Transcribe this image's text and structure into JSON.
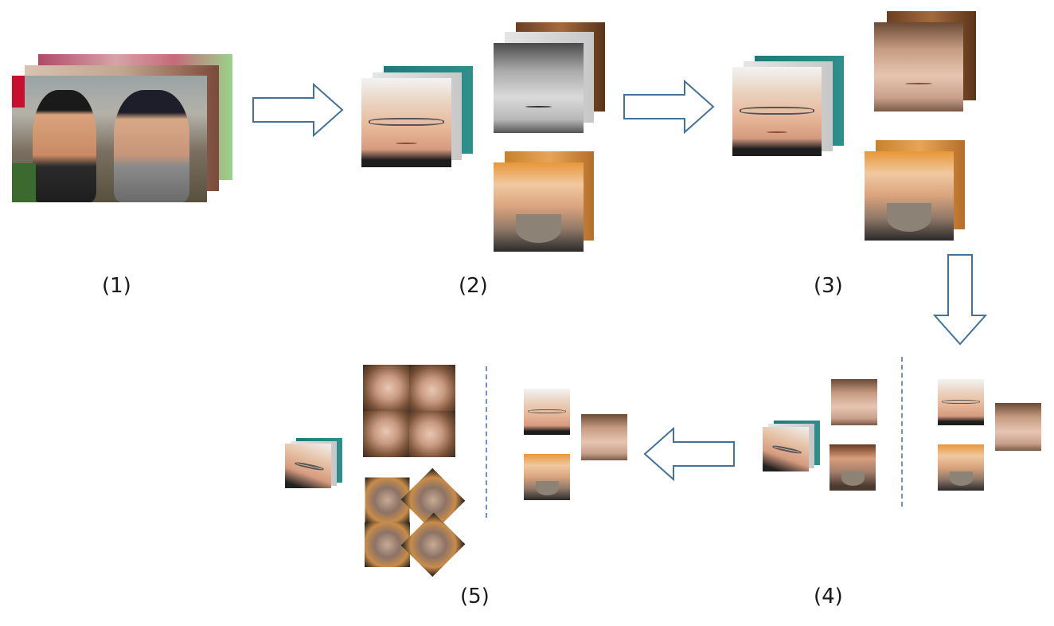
{
  "steps": {
    "s1": "(1)",
    "s2": "(2)",
    "s3": "(3)",
    "s4": "(4)",
    "s5": "(5)"
  },
  "colors": {
    "arrow_stroke": "#41719c",
    "arrow_fill": "#ffffff",
    "dash": "#6f92c4"
  },
  "icons": {
    "arrow_right": "block-arrow-right",
    "arrow_down": "block-arrow-down",
    "arrow_left": "block-arrow-left"
  }
}
